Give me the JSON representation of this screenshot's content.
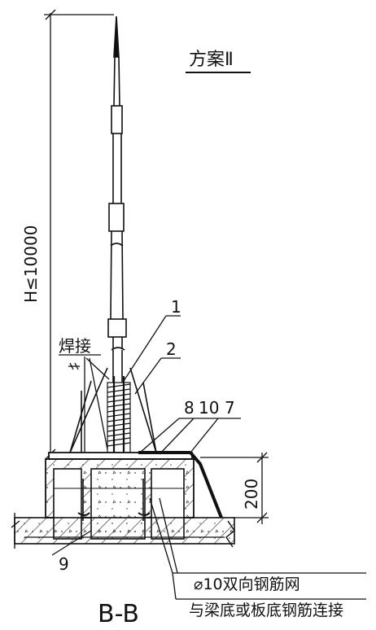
{
  "title": "方案Ⅱ",
  "height_dim": "H≤10000",
  "callouts": {
    "c1": "1",
    "c2": "2",
    "c8": "8",
    "c10": "10",
    "c7": "7",
    "c9": "9"
  },
  "weld_label": "焊接",
  "depth_dim": "200",
  "note_line1": "⌀10双向钢筋网",
  "note_line2": "与梁底或板底钢筋连接",
  "section_label": "B-B"
}
